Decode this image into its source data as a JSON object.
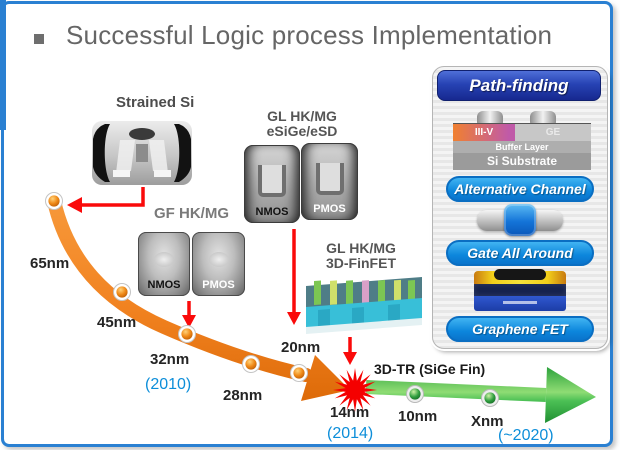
{
  "title": {
    "text": "Successful Logic process Implementation"
  },
  "roadmap": {
    "nodes": [
      {
        "label": "65nm"
      },
      {
        "label": "45nm"
      },
      {
        "label": "32nm",
        "year": "(2010)"
      },
      {
        "label": "28nm"
      },
      {
        "label": "20nm"
      },
      {
        "label": "14nm",
        "year": "(2014)"
      },
      {
        "label": "10nm"
      },
      {
        "label": "Xnm",
        "year": "(~2020)"
      }
    ],
    "future_label": "3D-TR (SiGe Fin)"
  },
  "callouts": {
    "strained_si": {
      "label": "Strained Si"
    },
    "gf_hkmg": {
      "label": "GF HK/MG",
      "nmos": "NMOS",
      "pmos": "PMOS"
    },
    "gl_esige": {
      "line1": "GL HK/MG",
      "line2": "eSiGe/eSD",
      "nmos": "NMOS",
      "pmos": "PMOS"
    },
    "gl_finfet": {
      "line1": "GL HK/MG",
      "line2": "3D-FinFET"
    }
  },
  "pathfinding": {
    "title": "Path-finding",
    "diagram": {
      "iii_v": "III-V",
      "ge": "GE",
      "buffer_layer": "Buffer Layer",
      "substrate": "Si Substrate"
    },
    "badges": [
      "Alternative Channel",
      "Gate All Around",
      "Graphene FET"
    ]
  },
  "colors": {
    "border_blue": "#2a80d2",
    "arrow_orange": "#f18220",
    "arrow_green": "#2fae4a",
    "pointer_red": "#fa0a0a",
    "year_blue": "#0d8ed9",
    "badge_blue": "#0c86dc",
    "header_navy": "#2743b4"
  }
}
